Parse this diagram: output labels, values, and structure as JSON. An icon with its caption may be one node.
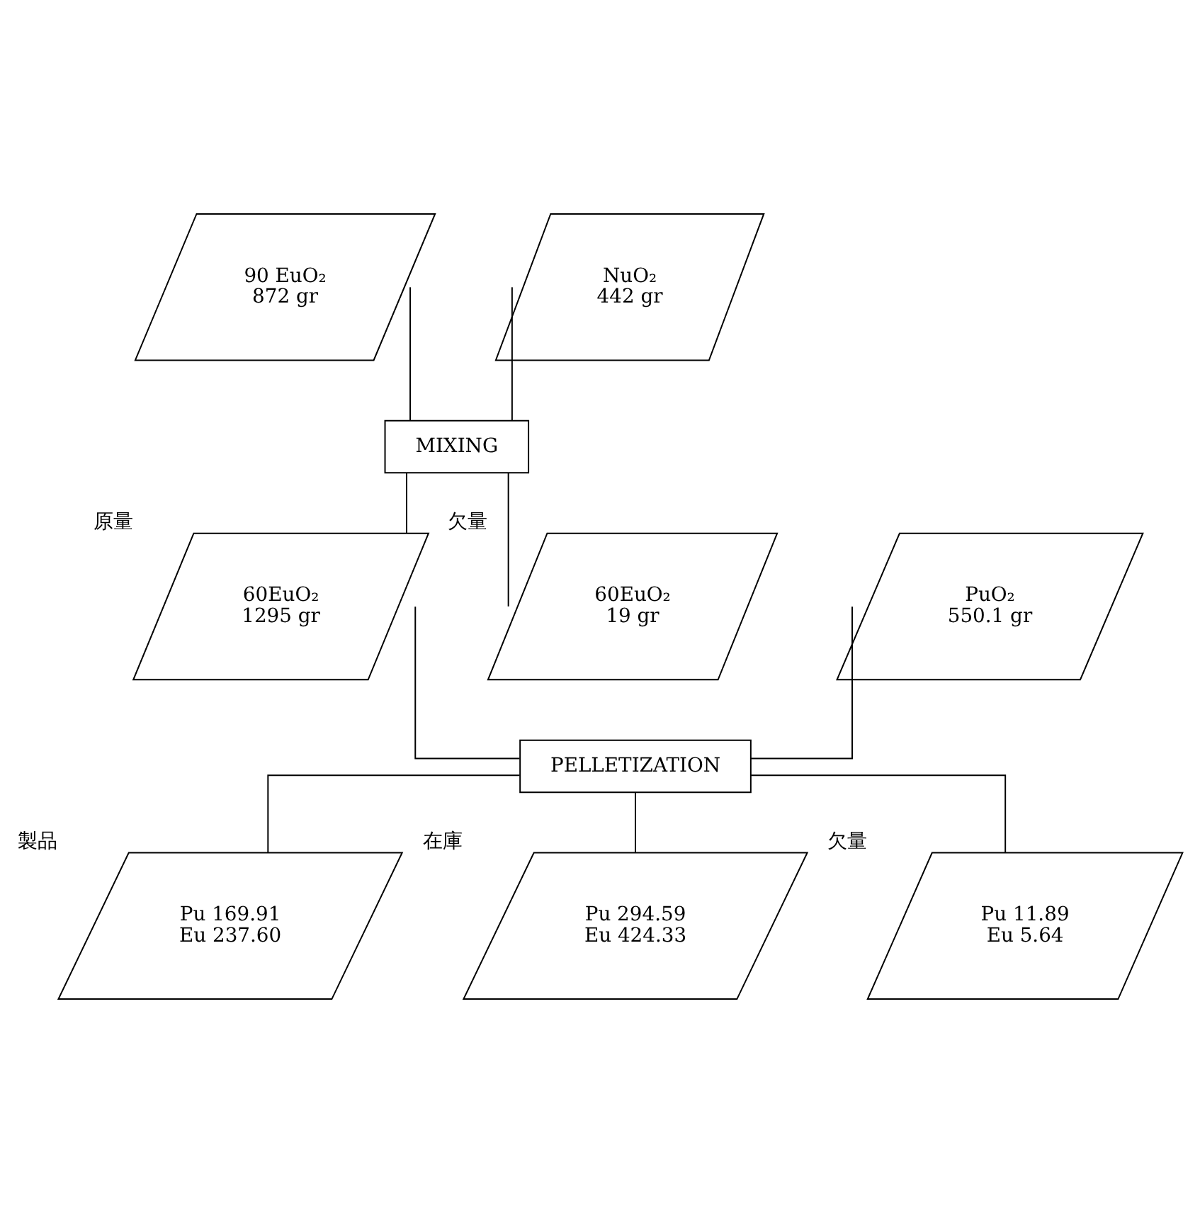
{
  "diagram": {
    "nodes": [
      {
        "text": [
          "90 EuO₂",
          "872 gr"
        ]
      },
      {
        "text": [
          "NuO₂",
          "442 gr"
        ]
      },
      {
        "text": [
          "MIXING"
        ]
      },
      {
        "text": [
          "PuO₂",
          "550.1 gr"
        ]
      },
      {
        "text": [
          "60EuO₂",
          "1295 gr"
        ],
        "beside": [
          "原量"
        ]
      },
      {
        "text": [
          "60EuO₂",
          "19 gr"
        ],
        "beside": [
          "欠量"
        ]
      },
      {
        "text": [
          "PELLETIZATION"
        ]
      },
      {
        "text": [
          "Pu 169.91",
          "Eu 237.60"
        ],
        "beside": [
          "製品"
        ]
      },
      {
        "text": [
          "Pu 294.59",
          "Eu 424.33"
        ],
        "beside": [
          "在庫"
        ]
      },
      {
        "text": [
          "Pu 11.89",
          "Eu 5.64"
        ],
        "beside": [
          "欠量"
        ]
      }
    ],
    "edges": [
      {
        "from": 0,
        "to": 2,
        "arrow": "none"
      },
      {
        "from": 1,
        "to": 2,
        "arrow": "none"
      },
      {
        "from": 2,
        "to": 4,
        "arrow": "none"
      },
      {
        "from": 2,
        "to": 5,
        "arrow": "none"
      },
      {
        "from": 3,
        "to": 6,
        "arrow": "none"
      },
      {
        "from": 4,
        "to": 6,
        "arrow": "none"
      },
      {
        "from": 6,
        "to": 7,
        "arrow": "none"
      },
      {
        "from": 6,
        "to": 8,
        "arrow": "none"
      },
      {
        "from": 6,
        "to": 9,
        "arrow": "none"
      }
    ]
  }
}
